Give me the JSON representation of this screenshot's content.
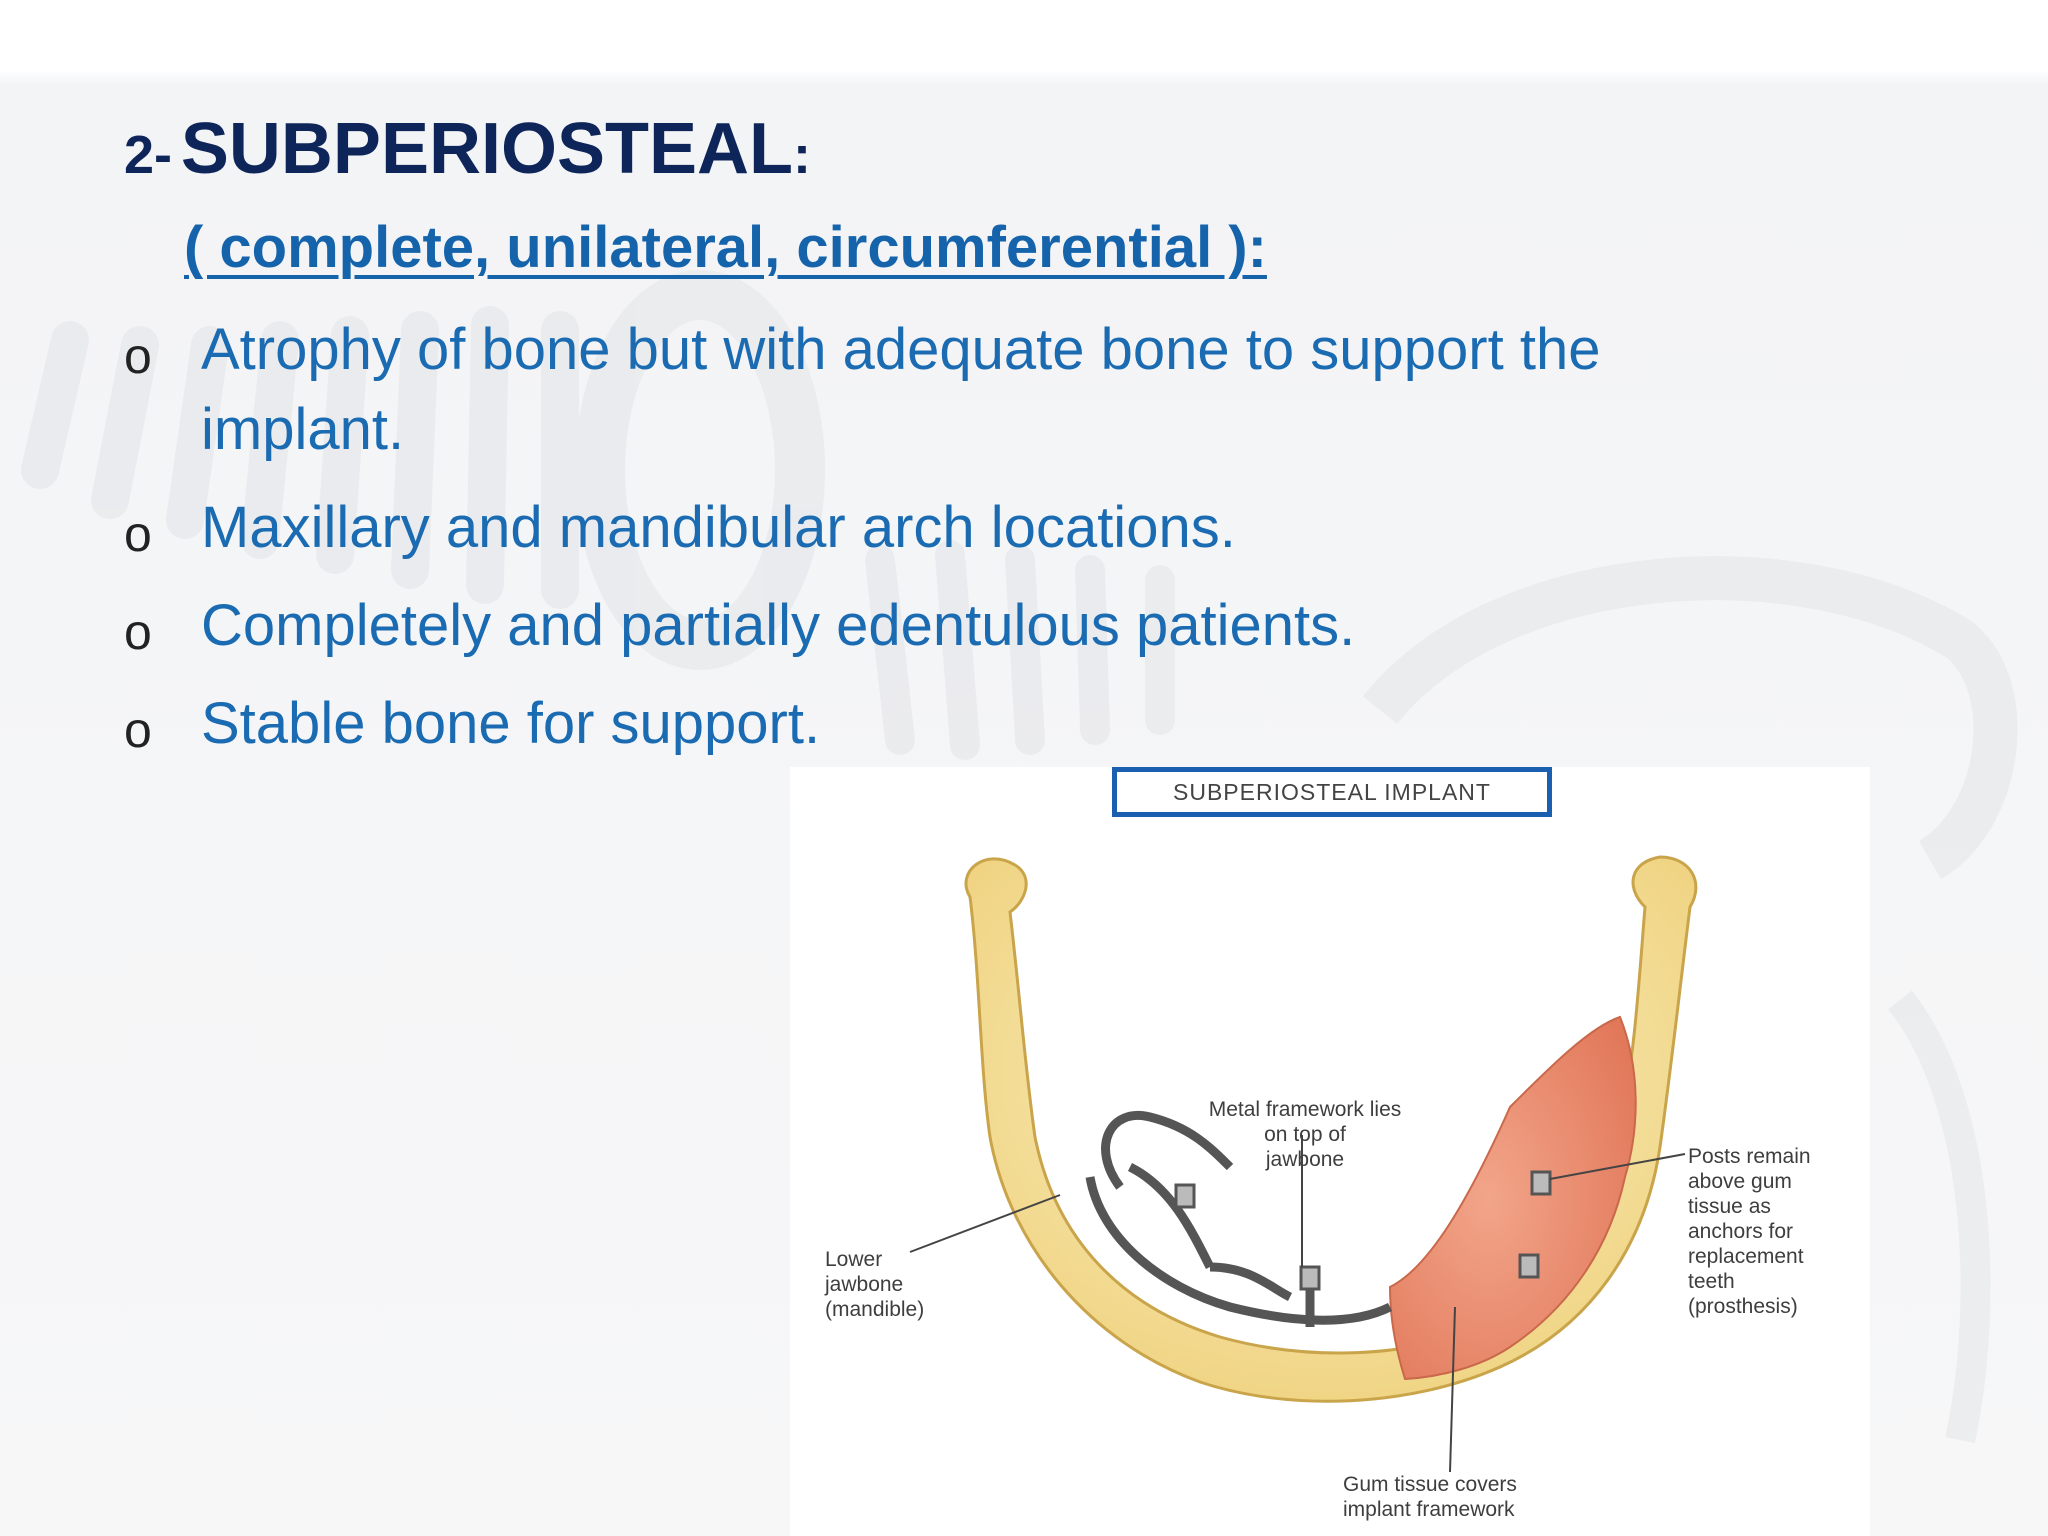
{
  "slide": {
    "title_number": "2-",
    "title": "SUBPERIOSTEAL",
    "title_colon": ":",
    "subtitle": "( complete, unilateral, circumferential ):",
    "bullet_marker": "o",
    "bullets": [
      {
        "text": "Atrophy of bone but with adequate bone to support the implant."
      },
      {
        "text": "Maxillary and mandibular arch locations."
      },
      {
        "text": "Completely and partially edentulous patients."
      },
      {
        "text": "Stable bone for support."
      }
    ]
  },
  "figure": {
    "title": "SUBPERIOSTEAL IMPLANT",
    "labels": {
      "metal_framework": [
        "Metal framework lies",
        "on top of",
        "jawbone"
      ],
      "posts": [
        "Posts remain",
        "above gum",
        "tissue as",
        "anchors for",
        "replacement",
        "teeth",
        "(prosthesis)"
      ],
      "lower_jawbone": [
        "Lower",
        "jawbone",
        "(mandible)"
      ],
      "gum_tissue": [
        "Gum tissue covers",
        "implant framework"
      ]
    }
  },
  "colors": {
    "title": "#0e2559",
    "subtitle": "#1463ab",
    "bullet_text": "#1a6bb2",
    "figure_title_border": "#1a5fb0",
    "bone": "#f7e4a2",
    "gum": "#e98b6a"
  }
}
